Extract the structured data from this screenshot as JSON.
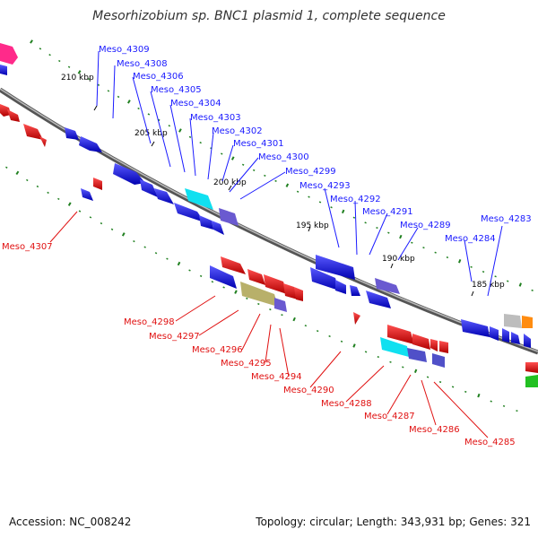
{
  "map": {
    "title": "Mesorhizobium sp. BNC1 plasmid 1, complete sequence",
    "accession": "Accession: NC_008242",
    "summary": "Topology: circular; Length: 343,931 bp; Genes: 321"
  },
  "ticks": [
    {
      "label": "210 kbp"
    },
    {
      "label": "205 kbp"
    },
    {
      "label": "200 kbp"
    },
    {
      "label": "195 kbp"
    },
    {
      "label": "190 kbp"
    },
    {
      "label": "185 kbp"
    }
  ],
  "genes_top": [
    "Meso_4309",
    "Meso_4308",
    "Meso_4306",
    "Meso_4305",
    "Meso_4304",
    "Meso_4303",
    "Meso_4302",
    "Meso_4301",
    "Meso_4300",
    "Meso_4299",
    "Meso_4293",
    "Meso_4292",
    "Meso_4291",
    "Meso_4289",
    "Meso_4284",
    "Meso_4283"
  ],
  "genes_bottom": [
    "Meso_4307",
    "Meso_4298",
    "Meso_4297",
    "Meso_4296",
    "Meso_4295",
    "Meso_4294",
    "Meso_4290",
    "Meso_4288",
    "Meso_4287",
    "Meso_4286",
    "Meso_4285"
  ],
  "colors": {
    "forward_strand": "#1010e0",
    "reverse_strand": "#e01010",
    "backbone": "#808080",
    "gc_marks": "#208020",
    "label_top": "#1a1aff",
    "label_bottom": "#e01010"
  }
}
